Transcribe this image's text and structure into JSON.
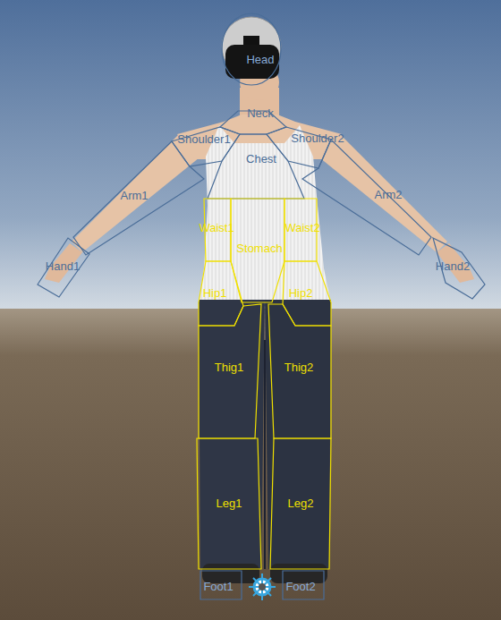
{
  "diagram": {
    "nodes": [
      {
        "text": [
          "Head"
        ]
      },
      {
        "text": [
          "Neck"
        ]
      },
      {
        "text": [
          "Shoulder1"
        ]
      },
      {
        "text": [
          "Chest"
        ]
      },
      {
        "text": [
          "Shoulder2"
        ]
      },
      {
        "text": [
          "Arm1"
        ]
      },
      {
        "text": [
          "Arm2"
        ]
      },
      {
        "text": [
          "Waist1"
        ]
      },
      {
        "text": [
          "Stomach"
        ]
      },
      {
        "text": [
          "Waist2"
        ]
      },
      {
        "text": [
          "Hand1"
        ]
      },
      {
        "text": [
          "Hip1"
        ]
      },
      {
        "text": [
          "Hip2"
        ]
      },
      {
        "text": [
          "Hand2"
        ]
      },
      {
        "text": [
          "Thig1"
        ]
      },
      {
        "text": [
          "Thig2"
        ]
      },
      {
        "text": [
          "Leg1"
        ]
      },
      {
        "text": [
          "Leg2"
        ]
      },
      {
        "text": [
          "Foot1"
        ]
      },
      {
        "text": [
          "Foot2"
        ]
      }
    ]
  }
}
